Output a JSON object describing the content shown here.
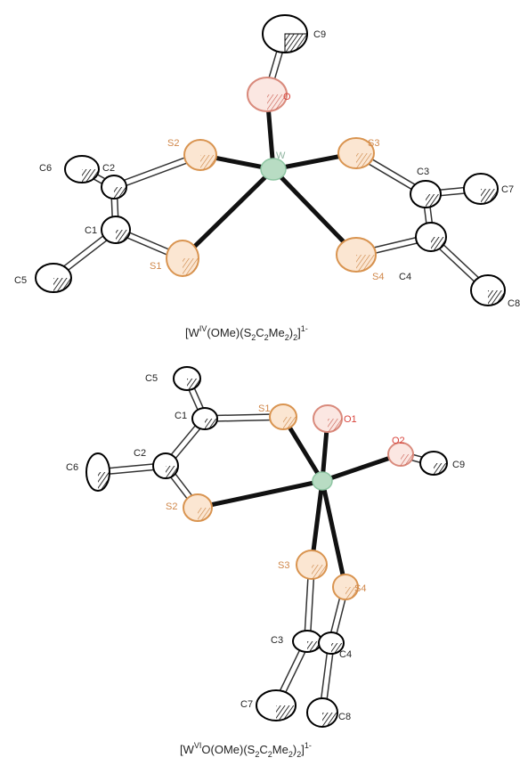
{
  "colors": {
    "carbon": "#2a2a2a",
    "sulfur": "#e7a468",
    "oxygen": "#e58a7e",
    "tungsten": "#8dc5a2",
    "bond": "#111111"
  },
  "structures": [
    {
      "caption": {
        "prefix": "[W",
        "ox": "IV",
        "body": "(OMe)(S",
        "s_sub": "2",
        "c": "C",
        "c_sub": "2",
        "me": "Me",
        "me_sub": "2",
        "close": ")",
        "n": "2",
        "end": "]",
        "charge": "1-"
      },
      "labels": {
        "C9": "C9",
        "O": "O",
        "W": "W",
        "S2": "S2",
        "S3": "S3",
        "C6": "C6",
        "C2": "C2",
        "C3": "C3",
        "C7": "C7",
        "C1": "C1",
        "S1": "S1",
        "S4": "S4",
        "C5": "C5",
        "C4": "C4",
        "C8": "C8"
      }
    },
    {
      "caption": {
        "prefix": "[W",
        "ox": "VI",
        "body": "O(OMe)(S",
        "s_sub": "2",
        "c": "C",
        "c_sub": "2",
        "me": "Me",
        "me_sub": "2",
        "close": ")",
        "n": "2",
        "end": "]",
        "charge": "1-"
      },
      "labels": {
        "C5": "C5",
        "C1": "C1",
        "S1": "S1",
        "O1": "O1",
        "O2": "O2",
        "C2": "C2",
        "C6": "C6",
        "C9": "C9",
        "S2": "S2",
        "S3": "S3",
        "S4": "S4",
        "C3": "C3",
        "C4": "C4",
        "C7": "C7",
        "C8": "C8"
      }
    }
  ]
}
